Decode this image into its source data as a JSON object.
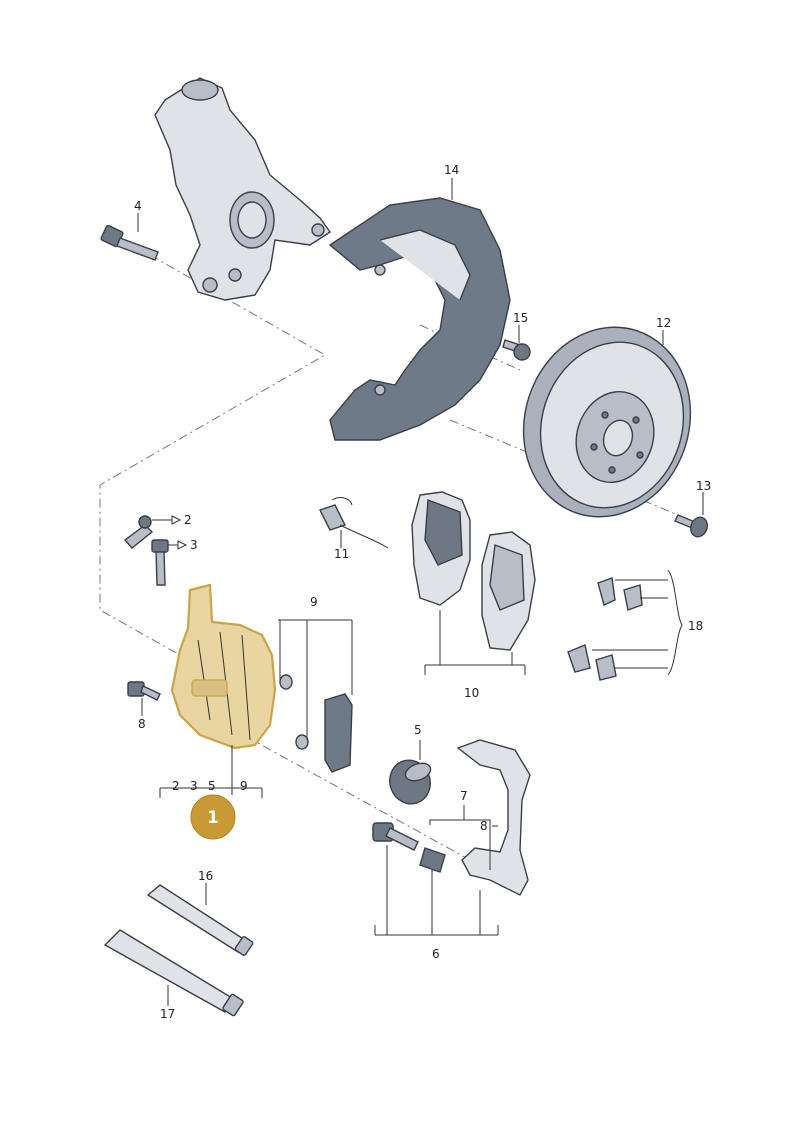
{
  "callouts": {
    "c1": "1",
    "c2": "2",
    "c3": "3",
    "c4": "4",
    "c5": "5",
    "c6": "6",
    "c7": "7",
    "c8": "8",
    "c8b": "8",
    "c9": "9",
    "c10": "10",
    "c11": "11",
    "c12": "12",
    "c13": "13",
    "c14": "14",
    "c15": "15",
    "c16": "16",
    "c17": "17",
    "c18": "18",
    "group1": [
      "2",
      "3",
      "5",
      "9"
    ],
    "c9top": "9"
  },
  "colors": {
    "highlight": "#c8a548",
    "badge": "#c99a33",
    "part_dark": "#6f7a88",
    "part_light": "#dfe3e8"
  }
}
